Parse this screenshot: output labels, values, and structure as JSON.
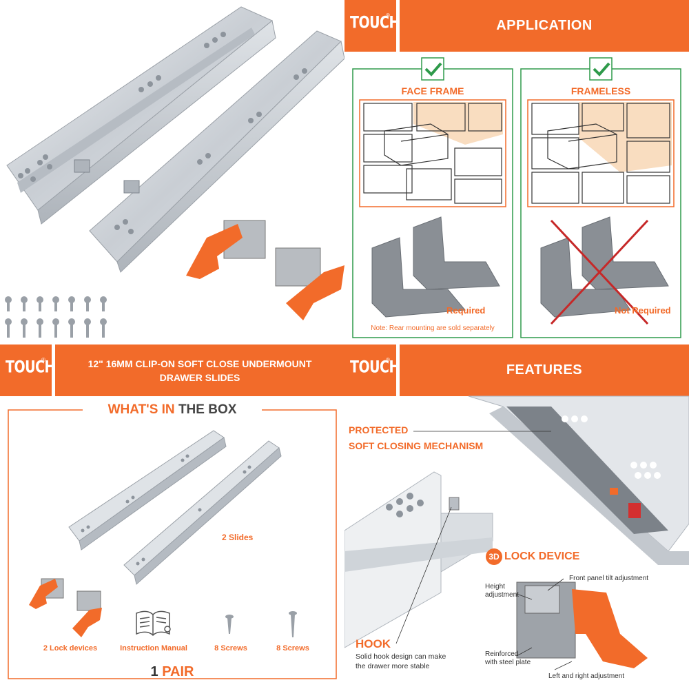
{
  "brand": {
    "logo_text": "TOUCH",
    "reg_mark": "®",
    "accent": "#f26b2a",
    "check_color": "#2e9a4a"
  },
  "application": {
    "title": "APPLICATION",
    "left_panel": {
      "label": "FACE FRAME",
      "status": "Required",
      "note": "Note: Rear mounting are sold separately"
    },
    "right_panel": {
      "label": "FRAMELESS",
      "status": "Not Required"
    }
  },
  "box": {
    "header": "12\" 16MM CLIP-ON SOFT CLOSE UNDERMOUNT DRAWER SLIDES",
    "title_part1": "WHAT'S IN",
    "title_part2": "THE BOX",
    "slides_label": "2 Slides",
    "items": [
      "2 Lock devices",
      "Instruction Manual",
      "8 Screws",
      "8 Screws"
    ],
    "pair_num": "1",
    "pair_word": "PAIR"
  },
  "features": {
    "title": "FEATURES",
    "protected_line1": "PROTECTED",
    "protected_line2": "SOFT CLOSING MECHANISM",
    "lock_badge": "3D",
    "lock_title": "LOCK DEVICE",
    "front_panel": "Front panel tilt adjustment",
    "height_line1": "Height",
    "height_line2": "adjustment",
    "reinforced_line1": "Reinforced",
    "reinforced_line2": "with steel plate",
    "left_right": "Left and right adjustment",
    "hook_title": "HOOK",
    "hook_line1": "Solid hook design can make",
    "hook_line2": "the drawer more stable"
  }
}
